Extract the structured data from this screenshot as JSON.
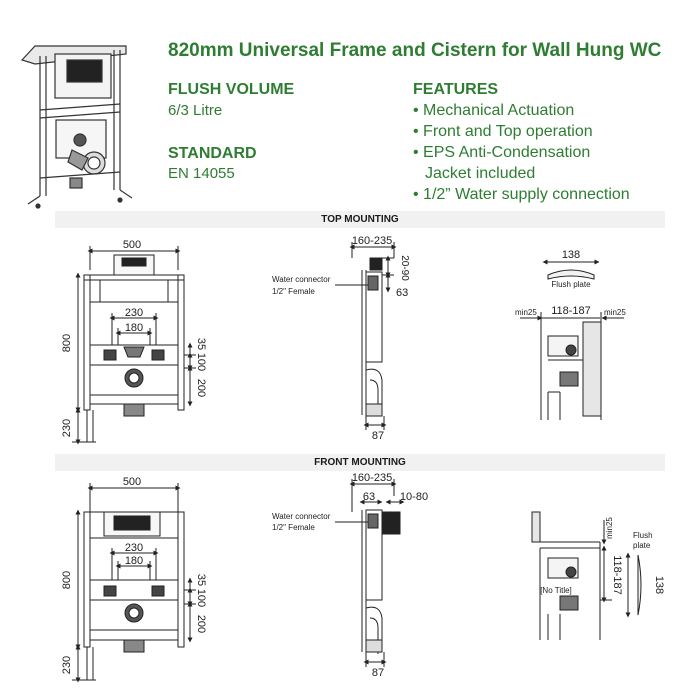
{
  "title": "820mm Universal Frame and Cistern for Wall Hung WC",
  "flush_volume": {
    "heading": "FLUSH VOLUME",
    "value": "6/3 Litre"
  },
  "standard": {
    "heading": "STANDARD",
    "value": "EN 14055"
  },
  "features": {
    "heading": "FEATURES",
    "items": [
      "• Mechanical Actuation",
      "• Front and Top operation",
      "• EPS Anti-Condensation",
      "Jacket included",
      "• 1/2” Water supply connection"
    ]
  },
  "top_mounting": {
    "label": "TOP MOUNTING",
    "front": {
      "width": "500",
      "height": "800",
      "leg": "230",
      "inner": "230",
      "pan": "180",
      "d35": "35",
      "d100": "100",
      "d200": "200"
    },
    "side": {
      "depth": "160-235",
      "d2090": "20-90",
      "d63": "63",
      "d87": "87",
      "connector": "Water connector",
      "connector_size": "1/2\" Female"
    },
    "plate": {
      "width": "138",
      "label": "Flush plate",
      "min_left": "min25",
      "range": "118-187",
      "min_right": "min25"
    }
  },
  "front_mounting": {
    "label": "FRONT MOUNTING",
    "front": {
      "width": "500",
      "height": "800",
      "leg": "230",
      "inner": "230",
      "pan": "180",
      "d35": "35",
      "d100": "100",
      "d200": "200"
    },
    "side": {
      "depth": "160-235",
      "d63": "63",
      "d1080": "10-80",
      "d87": "87",
      "connector": "Water connector",
      "connector_size": "1/2\" Female"
    },
    "plate": {
      "label_1": "Flush",
      "label_2": "plate",
      "width": "138",
      "min": "min25",
      "range": "118-187",
      "no_title": "[No Title]"
    }
  },
  "colors": {
    "accent": "#2e7d32",
    "line": "#222222",
    "band": "#f1f1f1"
  }
}
